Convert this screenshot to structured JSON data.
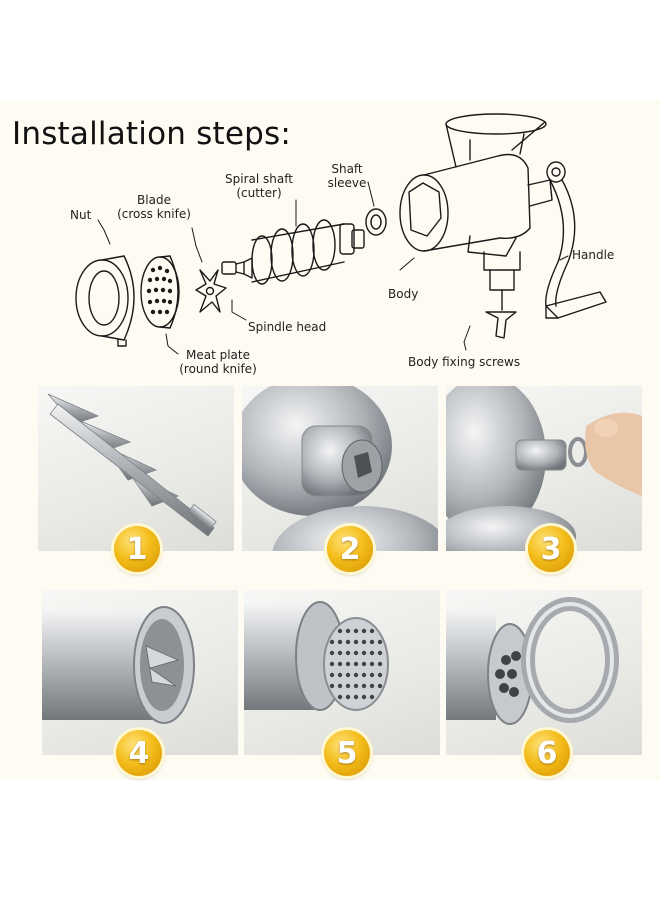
{
  "title": "Installation steps:",
  "parts": {
    "nut": "Nut",
    "blade": [
      "Blade",
      "(cross knife)"
    ],
    "spiral_shaft": [
      "Spiral shaft",
      "(cutter)"
    ],
    "shaft_sleeve": [
      "Shaft",
      "sleeve"
    ],
    "body": "Body",
    "handle": "Handle",
    "spindle_head": "Spindle head",
    "meat_plate": [
      "Meat plate",
      "(round knife)"
    ],
    "body_fixing_screws": "Body fixing screws"
  },
  "steps": [
    "1",
    "2",
    "3",
    "4",
    "5",
    "6"
  ],
  "colors": {
    "badge": "#f4bd1a",
    "background": "#fdfbf2",
    "metal": "#b9bcc0"
  }
}
